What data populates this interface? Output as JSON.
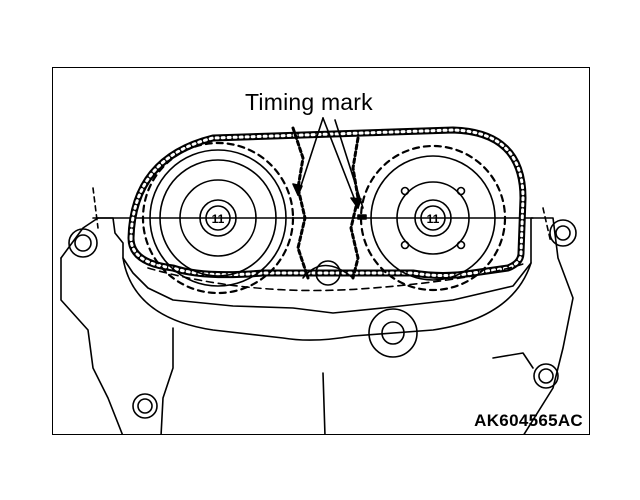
{
  "diagram": {
    "label_timing_mark": "Timing mark",
    "figure_code": "AK604565AC",
    "left_sprocket_number": "11",
    "right_sprocket_number": "11",
    "colors": {
      "line": "#000000",
      "background": "#ffffff"
    }
  }
}
